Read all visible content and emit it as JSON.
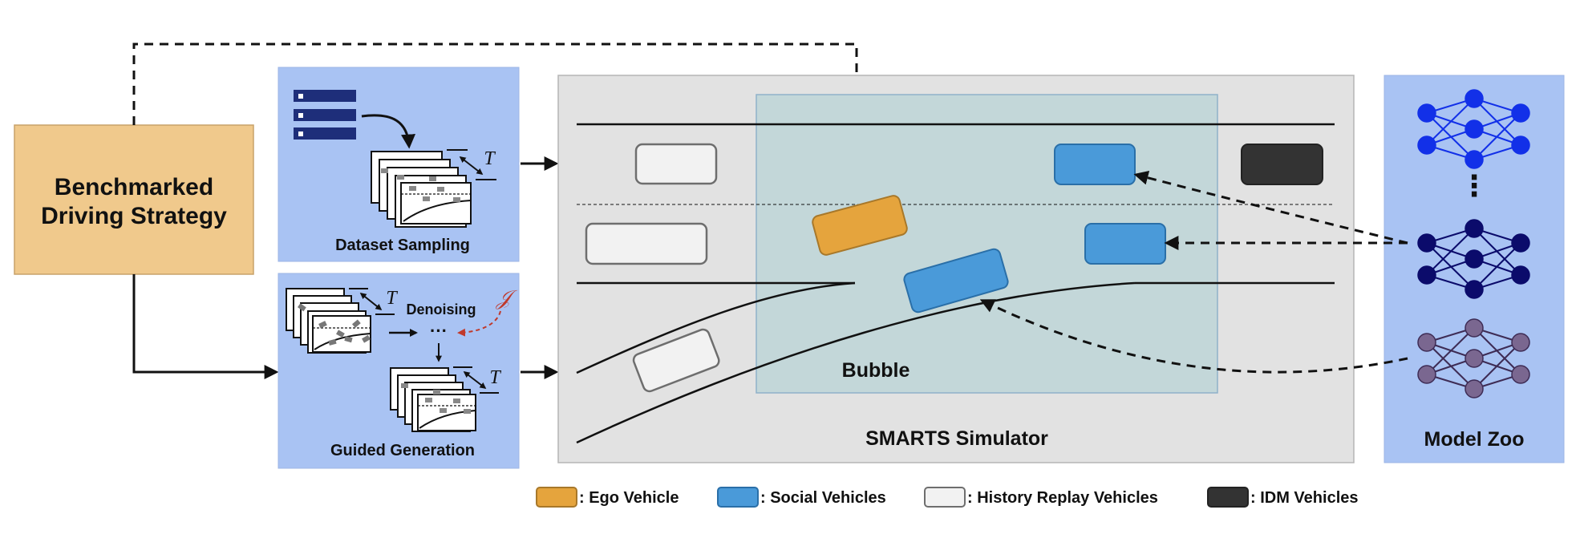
{
  "strategy": {
    "title_line1": "Benchmarked",
    "title_line2": "Driving Strategy"
  },
  "dataset_sampling": {
    "label": "Dataset Sampling",
    "horizon_symbol": "T"
  },
  "guided_generation": {
    "label": "Guided Generation",
    "denoising_label": "Denoising",
    "dots": "···",
    "guidance_symbol": "𝒥",
    "horizon_symbol": "T"
  },
  "simulator": {
    "label": "SMARTS Simulator",
    "bubble_label": "Bubble"
  },
  "model_zoo": {
    "label": "Model Zoo",
    "dots": "⋮"
  },
  "legend": {
    "items": [
      {
        "label": ": Ego Vehicle",
        "color": "#E5A43D"
      },
      {
        "label": ": Social Vehicles",
        "color": "#4A9AD9"
      },
      {
        "label": ": History Replay Vehicles",
        "color": "#F2F2F2"
      },
      {
        "label": ": IDM Vehicles",
        "color": "#333333"
      }
    ]
  },
  "colors": {
    "strategy_fill": "#F0C98C",
    "panel_fill": "#A9C3F3",
    "sim_fill": "#E2E2E2",
    "bubble_fill": "#C3D7D9",
    "net_blue": "#1230E8",
    "net_navy": "#0B0B6B",
    "net_purple": "#7A6790",
    "guidance_red": "#C0392B"
  }
}
